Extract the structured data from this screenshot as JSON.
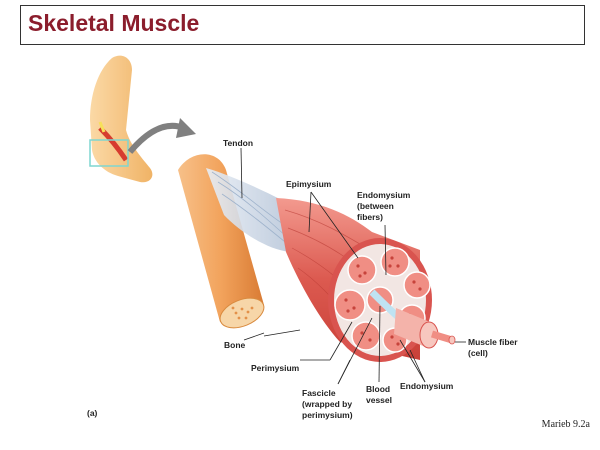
{
  "slide": {
    "title": "Skeletal Muscle",
    "citation": "Marieb 9.2a"
  },
  "figure": {
    "panel_label": "(a)",
    "labels": {
      "tendon": "Tendon",
      "epimysium": "Epimysium",
      "endomysium_top_1": "Endomysium",
      "endomysium_top_2": "(between",
      "endomysium_top_3": "fibers)",
      "bone": "Bone",
      "perimysium": "Perimysium",
      "fascicle_1": "Fascicle",
      "fascicle_2": "(wrapped by",
      "fascicle_3": "perimysium)",
      "blood_1": "Blood",
      "blood_2": "vessel",
      "endomysium_bottom": "Endomysium",
      "muscle_fiber_1": "Muscle fiber",
      "muscle_fiber_2": "(cell)"
    }
  },
  "colors": {
    "title": "#8b1d2c",
    "muscle": "#d9544f",
    "muscle_light": "#f08e84",
    "fascicle": "#f4b3aa",
    "bone": "#f2a35c",
    "skin": "#f8c88a"
  }
}
